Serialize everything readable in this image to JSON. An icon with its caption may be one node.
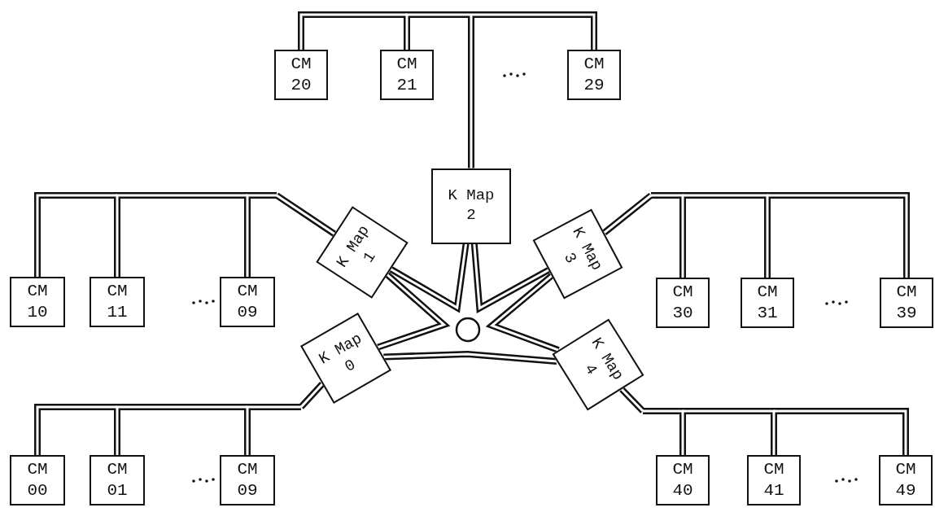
{
  "diagram": {
    "nodes": [
      {
        "text": [
          "CM 20"
        ]
      },
      {
        "text": [
          "CM 21"
        ]
      },
      {
        "text": [
          "CM 29"
        ]
      },
      {
        "text": [
          "K Map 2"
        ]
      },
      {
        "text": [
          "CM 10"
        ]
      },
      {
        "text": [
          "CM 11"
        ]
      },
      {
        "text": [
          "CM 09"
        ]
      },
      {
        "text": [
          "K Map 1"
        ]
      },
      {
        "text": [
          "K Map 3"
        ]
      },
      {
        "text": [
          "CM 30"
        ]
      },
      {
        "text": [
          "CM 31"
        ]
      },
      {
        "text": [
          "CM 39"
        ]
      },
      {
        "text": [
          "K Map 0"
        ]
      },
      {
        "text": [
          "K Map 4"
        ]
      },
      {
        "text": [
          "CM 00"
        ]
      },
      {
        "text": [
          "CM 01"
        ]
      },
      {
        "text": [
          "CM 09"
        ]
      },
      {
        "text": [
          "CM 40"
        ]
      },
      {
        "text": [
          "CM 41"
        ]
      },
      {
        "text": [
          "CM 49"
        ]
      }
    ],
    "edges": [
      {
        "from": 0,
        "to": 3,
        "arrow": "none"
      },
      {
        "from": 1,
        "to": 3,
        "arrow": "none"
      },
      {
        "from": 2,
        "to": 3,
        "arrow": "none"
      },
      {
        "from": 4,
        "to": 7,
        "arrow": "none"
      },
      {
        "from": 5,
        "to": 7,
        "arrow": "none"
      },
      {
        "from": 6,
        "to": 7,
        "arrow": "none"
      },
      {
        "from": 9,
        "to": 8,
        "arrow": "none"
      },
      {
        "from": 10,
        "to": 8,
        "arrow": "none"
      },
      {
        "from": 11,
        "to": 8,
        "arrow": "none"
      },
      {
        "from": 14,
        "to": 12,
        "arrow": "none"
      },
      {
        "from": 15,
        "to": 12,
        "arrow": "none"
      },
      {
        "from": 16,
        "to": 12,
        "arrow": "none"
      },
      {
        "from": 17,
        "to": 13,
        "arrow": "none"
      },
      {
        "from": 18,
        "to": 13,
        "arrow": "none"
      },
      {
        "from": 19,
        "to": 13,
        "arrow": "none"
      },
      {
        "from": 12,
        "to": 7,
        "arrow": "none"
      },
      {
        "from": 7,
        "to": 3,
        "arrow": "none"
      },
      {
        "from": 3,
        "to": 8,
        "arrow": "none"
      },
      {
        "from": 8,
        "to": 13,
        "arrow": "none"
      },
      {
        "from": 13,
        "to": 12,
        "arrow": "none"
      }
    ]
  }
}
